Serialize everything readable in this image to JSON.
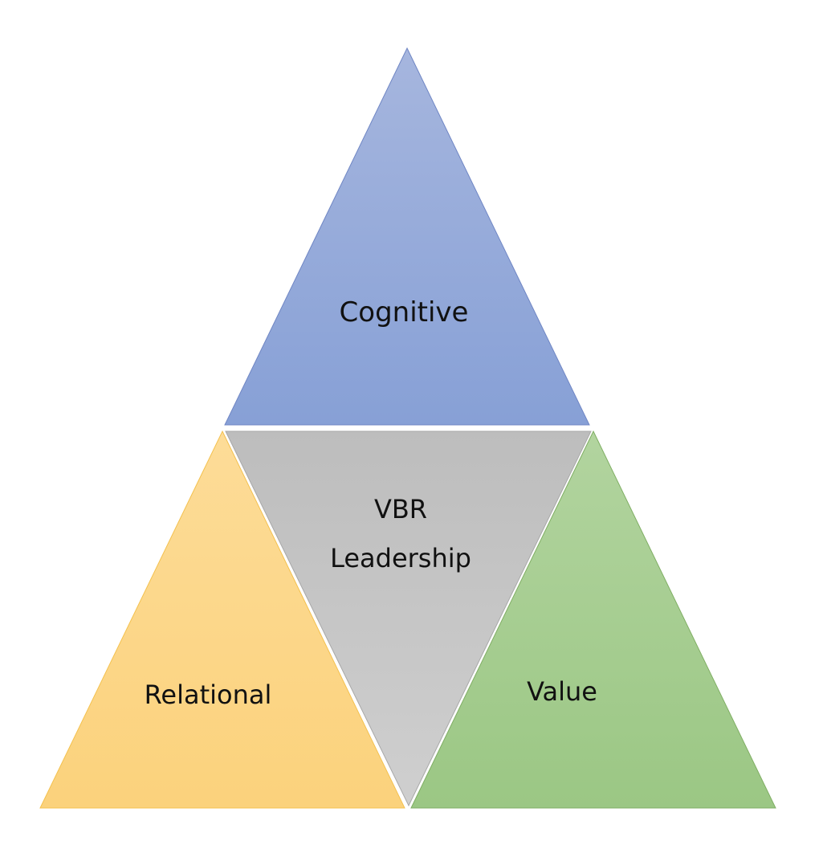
{
  "diagram": {
    "top": {
      "label": "Cognitive",
      "fill_top": "#a6b6de",
      "fill_bottom": "#87a0d6",
      "stroke": "#6f86c4"
    },
    "center": {
      "line1": "VBR",
      "line2": "Leadership",
      "fill_top": "#bdbdbd",
      "fill_bottom": "#cfcfcf",
      "stroke": "#a8a8a8"
    },
    "left": {
      "label": "Relational",
      "fill_top": "#fddc98",
      "fill_bottom": "#fbd27c",
      "stroke": "#f4c14e"
    },
    "right": {
      "label": "Value",
      "fill_top": "#b2d49f",
      "fill_bottom": "#9bc784",
      "stroke": "#7fae63"
    }
  }
}
